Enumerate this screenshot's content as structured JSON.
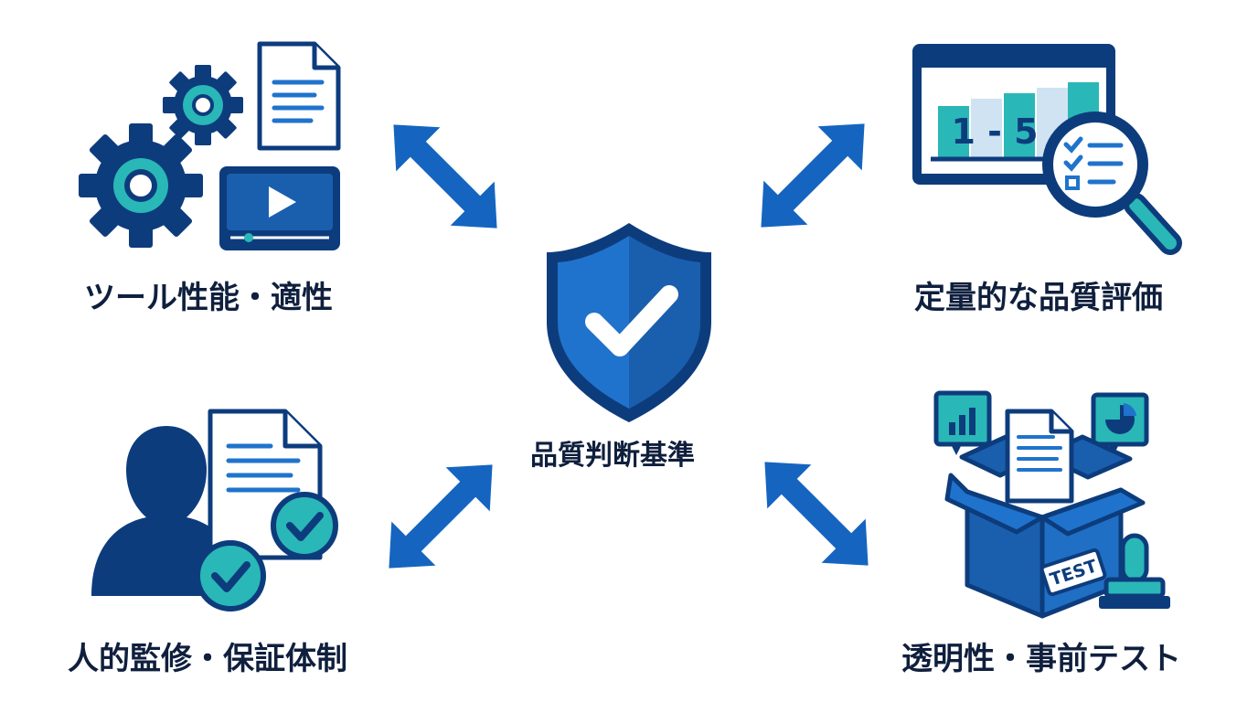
{
  "center": {
    "label": "品質判断基準",
    "icon": "shield-check-icon"
  },
  "nodes": {
    "top_left": {
      "label": "ツール性能・適性",
      "icon": "gears-document-video-icon"
    },
    "top_right": {
      "label": "定量的な品質評価",
      "icon": "score-chart-magnifier-icon",
      "score_text": "1 - 5"
    },
    "bottom_left": {
      "label": "人的監修・保証体制",
      "icon": "person-document-check-icon"
    },
    "bottom_right": {
      "label": "透明性・事前テスト",
      "icon": "open-box-test-stamp-icon",
      "stamp_text": "TEST"
    }
  },
  "connector": "double-arrow-icon",
  "colors": {
    "navy": "#0d3c7d",
    "blue": "#1f6fc4",
    "teal": "#2ab7b7",
    "arrow": "#1565c0",
    "text": "#0f1f3d"
  }
}
